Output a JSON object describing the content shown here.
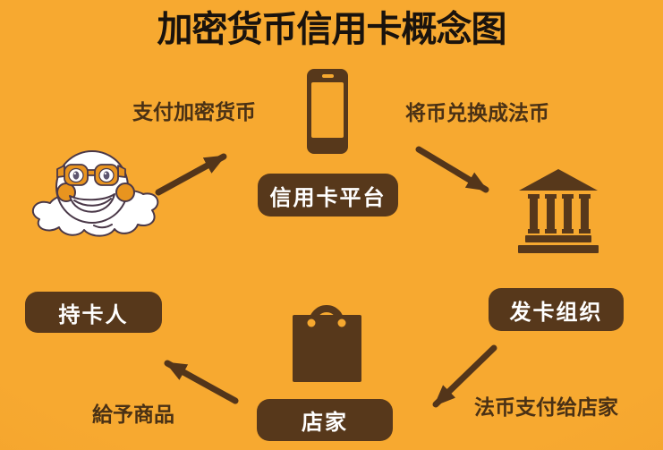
{
  "title": "加密货币信用卡概念图",
  "palette": {
    "background": "#F5A52D",
    "node_brown": "#57381B",
    "arrow_brown": "#53351A",
    "flow_label_text": "#4A3115",
    "title_text": "#1A130D",
    "node_text": "#FFFFFF",
    "mascot_orange": "#E8941F",
    "mascot_white": "#FFFFFF"
  },
  "nodes": {
    "credit_platform": {
      "label": "信用卡平台",
      "icon": "smartphone-icon"
    },
    "cardholder": {
      "label": "持卡人",
      "icon": "mascot-character"
    },
    "bank": {
      "icon": "bank-icon"
    },
    "issuer": {
      "label": "发卡组织"
    },
    "merchant": {
      "label": "店家",
      "icon": "shopping-bag-icon"
    }
  },
  "flows": {
    "pay_crypto": {
      "label": "支付加密货币",
      "from": "cardholder",
      "to": "credit_platform"
    },
    "exchange_to_fiat": {
      "label": "将币兑换成法币",
      "from": "credit_platform",
      "to": "bank"
    },
    "fiat_to_merchant": {
      "label": "法币支付给店家",
      "from": "issuer",
      "to": "merchant"
    },
    "give_goods": {
      "label": "給予商品",
      "from": "merchant",
      "to": "cardholder"
    }
  }
}
